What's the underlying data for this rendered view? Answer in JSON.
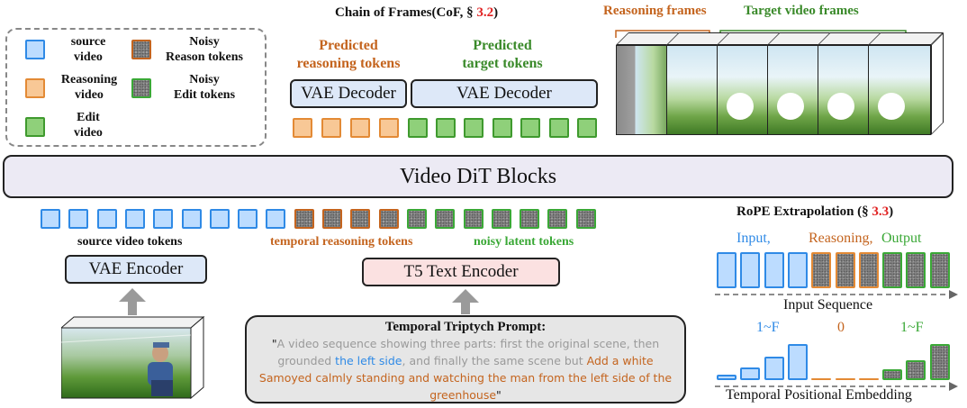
{
  "title_prefix": "Chain of Frames(CoF, § ",
  "title_ref": "3.2",
  "title_suffix": ")",
  "legend": {
    "source_video": "source\nvideo",
    "reasoning_video": "Reasoning\nvideo",
    "edit_video": "Edit\nvideo",
    "noisy_reason": "Noisy\nReason tokens",
    "noisy_edit": "Noisy\nEdit tokens"
  },
  "predicted_reasoning_label": "Predicted\nreasoning tokens",
  "predicted_target_label": "Predicted\ntarget tokens",
  "vae_decoder_label": "VAE Decoder",
  "reasoning_frames_label": "Reasoning frames",
  "target_frames_label": "Target video frames",
  "dit_label": "Video DiT Blocks",
  "source_tokens_label": "source video tokens",
  "temporal_tokens_label": "temporal reasoning tokens",
  "noisy_latent_label": "noisy latent tokens",
  "vae_encoder_label": "VAE Encoder",
  "t5_label": "T5 Text Encoder",
  "prompt": {
    "heading": "Temporal Triptych Prompt:",
    "open_quote": "\"",
    "part1": "A video sequence showing three parts: first the original scene, then grounded ",
    "highlight": "the left side",
    "part2": ", and finally the same scene but ",
    "part3": "Add a white Samoyed calmly standing and watching the man from the left side of the greenhouse",
    "close_quote": "\""
  },
  "rope": {
    "title_prefix": "RoPE  Extrapolation (§ ",
    "title_ref": "3.3",
    "title_suffix": ")",
    "input_label": "Input,",
    "reasoning_label": "Reasoning,",
    "output_label": "Output",
    "input_sequence_label": "Input Sequence",
    "pe_label_1": "1~F",
    "pe_label_0": "0",
    "pe_label_2": "1~F",
    "temporal_pe_label": "Temporal Positional Embedding"
  },
  "colors": {
    "blue": "#2f8ae6",
    "orange": "#c4641e",
    "green": "#3aa836",
    "red": "#e02020"
  }
}
